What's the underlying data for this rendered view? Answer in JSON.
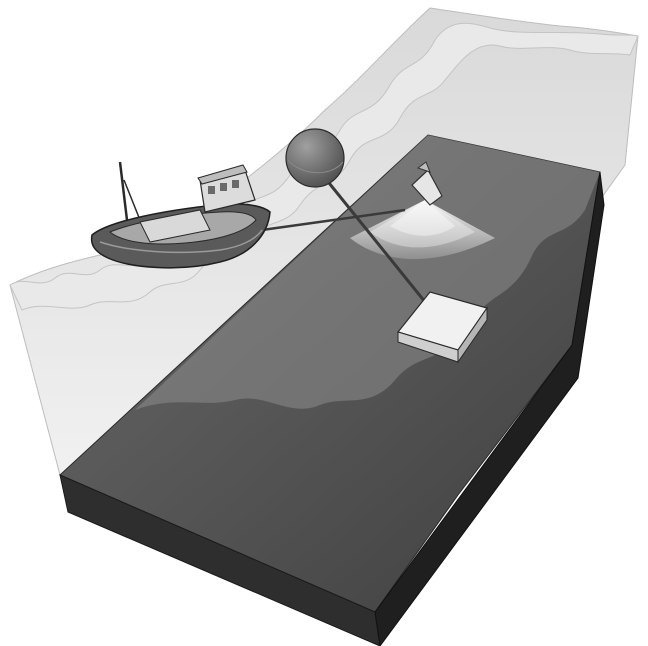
{
  "figure": {
    "kind": "illustration",
    "palette": {
      "water_light": "#e6e6e6",
      "water_mid": "#cfcfcf",
      "seabed_top": "#4a4a4a",
      "seabed_front": "#2f2f2f",
      "seabed_side": "#1f1f1f",
      "hull_dark": "#5a5a5a",
      "cabin_light": "#d8d8d8",
      "sphere_dark": "#6e6e6e",
      "station_light": "#e9e9e9",
      "sonar_light": "#f0f0f0"
    },
    "elements": [
      {
        "name": "sea-volume",
        "icon": "translucent-water-block"
      },
      {
        "name": "seabed-block",
        "icon": "seafloor-slab"
      },
      {
        "name": "vessel",
        "icon": "fishing-boat-icon"
      },
      {
        "name": "buoy",
        "icon": "sphere-icon"
      },
      {
        "name": "seabed-station",
        "icon": "square-platform-icon"
      },
      {
        "name": "auv",
        "icon": "underwater-vehicle-icon"
      },
      {
        "name": "sonar-swath",
        "icon": "acoustic-beam-icon"
      }
    ]
  }
}
